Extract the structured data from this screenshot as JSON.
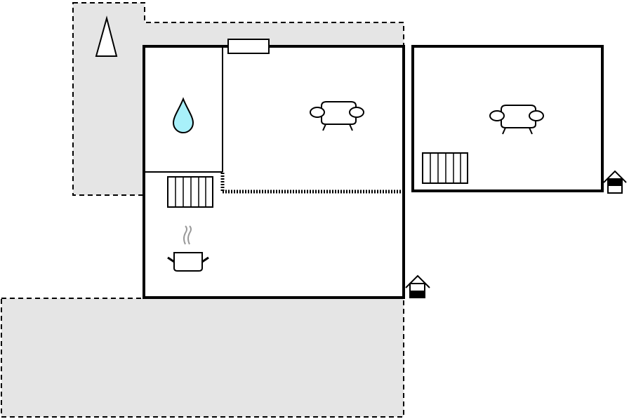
{
  "floorplan": {
    "colors": {
      "wall": "#000000",
      "terrace": "#e5e5e5",
      "water": "#a8f0fa",
      "background": "#ffffff"
    },
    "areas": [
      {
        "id": "main-house",
        "kind": "building"
      },
      {
        "id": "bathroom",
        "kind": "room",
        "icon": "water-drop-icon"
      },
      {
        "id": "living-room",
        "kind": "room",
        "icon": "sofa-icon"
      },
      {
        "id": "kitchen",
        "kind": "room",
        "icon": "cooking-pot-icon"
      },
      {
        "id": "annex",
        "kind": "building",
        "icon": "sofa-icon"
      },
      {
        "id": "garden-terrace",
        "kind": "outdoor"
      },
      {
        "id": "lower-terrace",
        "kind": "outdoor"
      }
    ],
    "icons": [
      "tree-icon",
      "water-drop-icon",
      "sofa-icon",
      "radiator-icon",
      "cooking-pot-icon",
      "entrance-icon",
      "window-icon",
      "interior-door-icon"
    ]
  }
}
